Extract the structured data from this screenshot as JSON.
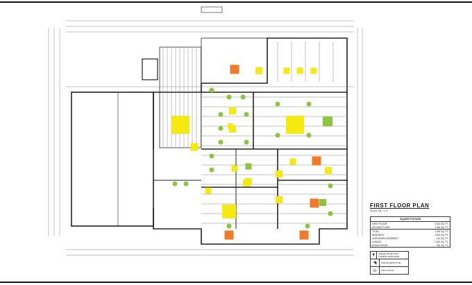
{
  "title_block": {
    "title": "FIRST FLOOR PLAN",
    "scale": "SCALE: 1/8\" = 1'-0\"",
    "table_header": "SQUARE FOOTAGE",
    "rows": [
      {
        "label": "FIRST FLOOR",
        "value": "2,520 SQ. FT."
      },
      {
        "label": "SECOND FLOOR",
        "value": "1,960 SQ. FT."
      },
      {
        "label": "TOTAL",
        "value": "4,480 SQ. FT."
      },
      {
        "label": "BASEMENT",
        "value": "1,840 SQ. FT."
      },
      {
        "label": "UNFINISHED BASEMENT",
        "value": "210 SQ. FT."
      },
      {
        "label": "GARAGE",
        "value": "1,020 SQ. FT."
      },
      {
        "label": "BONUS ROOM",
        "value": "420 SQ. FT."
      }
    ]
  },
  "legend": [
    {
      "icon": "speaker-icon",
      "label": "SMOKE DETECTOR / CARBON MONOXIDE"
    },
    {
      "icon": "detector-icon",
      "label": "SMOKE DETECTOR"
    },
    {
      "icon": "outlet-icon",
      "label": "WIFI OUTLET"
    }
  ],
  "colors": {
    "yellow_marker": "#f5e90f",
    "orange_marker": "#f07a28",
    "green_marker": "#8cc63f",
    "line": "#222222"
  }
}
